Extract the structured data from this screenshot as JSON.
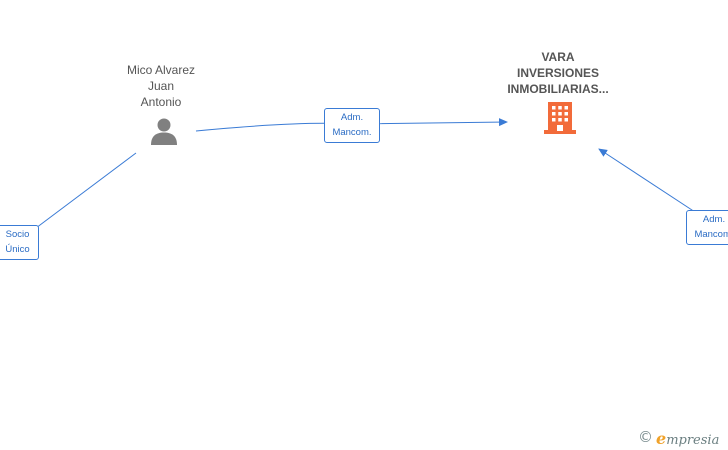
{
  "nodes": {
    "person": {
      "name_lines": [
        "Mico Alvarez",
        "Juan",
        "Antonio"
      ],
      "icon": "person-icon",
      "color": "#808080"
    },
    "company": {
      "name_lines": [
        "VARA",
        "INVERSIONES",
        "INMOBILIARIAS..."
      ],
      "icon": "building-icon",
      "color": "#f26b3a"
    }
  },
  "relations": {
    "adm_center": [
      "Adm.",
      "Mancom."
    ],
    "adm_right": [
      "Adm.",
      "Mancom."
    ],
    "socio": [
      "Socio",
      "Único"
    ]
  },
  "colors": {
    "edge": "#3a7bd5",
    "box_border": "#3a7bd5",
    "box_text": "#2b6cc4"
  },
  "footer": {
    "copyright": "©",
    "brand_initial": "e",
    "brand_rest": "mpresia"
  }
}
